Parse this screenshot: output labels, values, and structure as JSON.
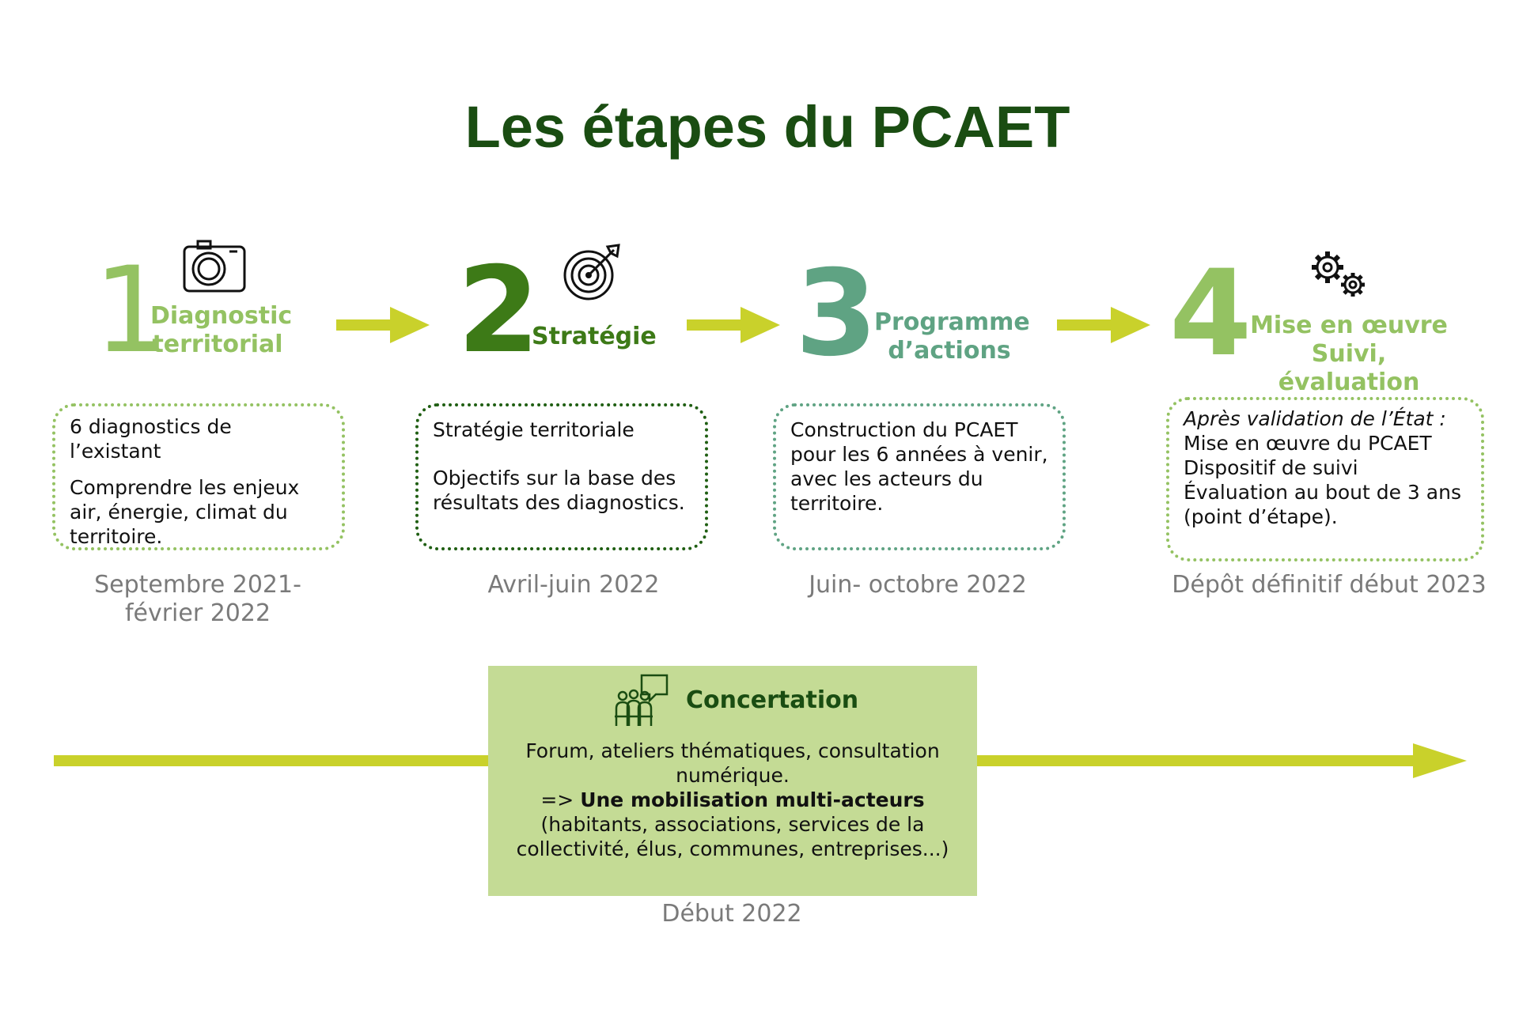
{
  "title": "Les étapes du PCAET",
  "colors": {
    "title": "#1a4d12",
    "step1": "#94c262",
    "step2": "#3d7a17",
    "step3": "#5fa383",
    "step4": "#94c262",
    "arrow": "#c9d12b",
    "concertation_bg": "#c4db95",
    "date_text": "#7a7a7a"
  },
  "steps": [
    {
      "number": "1",
      "label_lines": [
        "Diagnostic",
        "territorial"
      ],
      "icon": "camera-icon",
      "box_lines": [
        "6 diagnostics de l’existant",
        "Comprendre les enjeux",
        "air, énergie, climat du",
        "territoire."
      ],
      "date_lines": [
        "Septembre 2021-",
        "février 2022"
      ]
    },
    {
      "number": "2",
      "label_lines": [
        "Stratégie"
      ],
      "icon": "target-icon",
      "box_lines": [
        "Stratégie territoriale",
        "Objectifs sur la base des",
        "résultats des diagnostics."
      ],
      "date_lines": [
        "Avril-juin 2022"
      ]
    },
    {
      "number": "3",
      "label_lines": [
        "Programme",
        "d’actions"
      ],
      "icon": "",
      "box_lines": [
        "Construction du PCAET",
        "pour les 6 années à venir,",
        "avec les acteurs du",
        "territoire."
      ],
      "date_lines": [
        "Juin- octobre 2022"
      ]
    },
    {
      "number": "4",
      "label_lines": [
        "Mise en œuvre",
        "Suivi, évaluation"
      ],
      "icon": "gears-icon",
      "box_intro": "Après validation de l’État :",
      "box_lines": [
        "Mise en œuvre du PCAET",
        "Dispositif de suivi",
        "Évaluation au bout de 3 ans",
        "(point d’étape)."
      ],
      "date_lines": [
        "Dépôt définitif début 2023"
      ]
    }
  ],
  "concertation": {
    "title": "Concertation",
    "icon": "people-discussion-icon",
    "line1": "Forum, ateliers thématiques, consultation",
    "line2": "numérique.",
    "line3_prefix": "=> ",
    "line3_bold": "Une mobilisation multi-acteurs",
    "line4": "(habitants, associations, services de la",
    "line5": "collectivité, élus, communes, entreprises...)",
    "date": "Début 2022"
  }
}
